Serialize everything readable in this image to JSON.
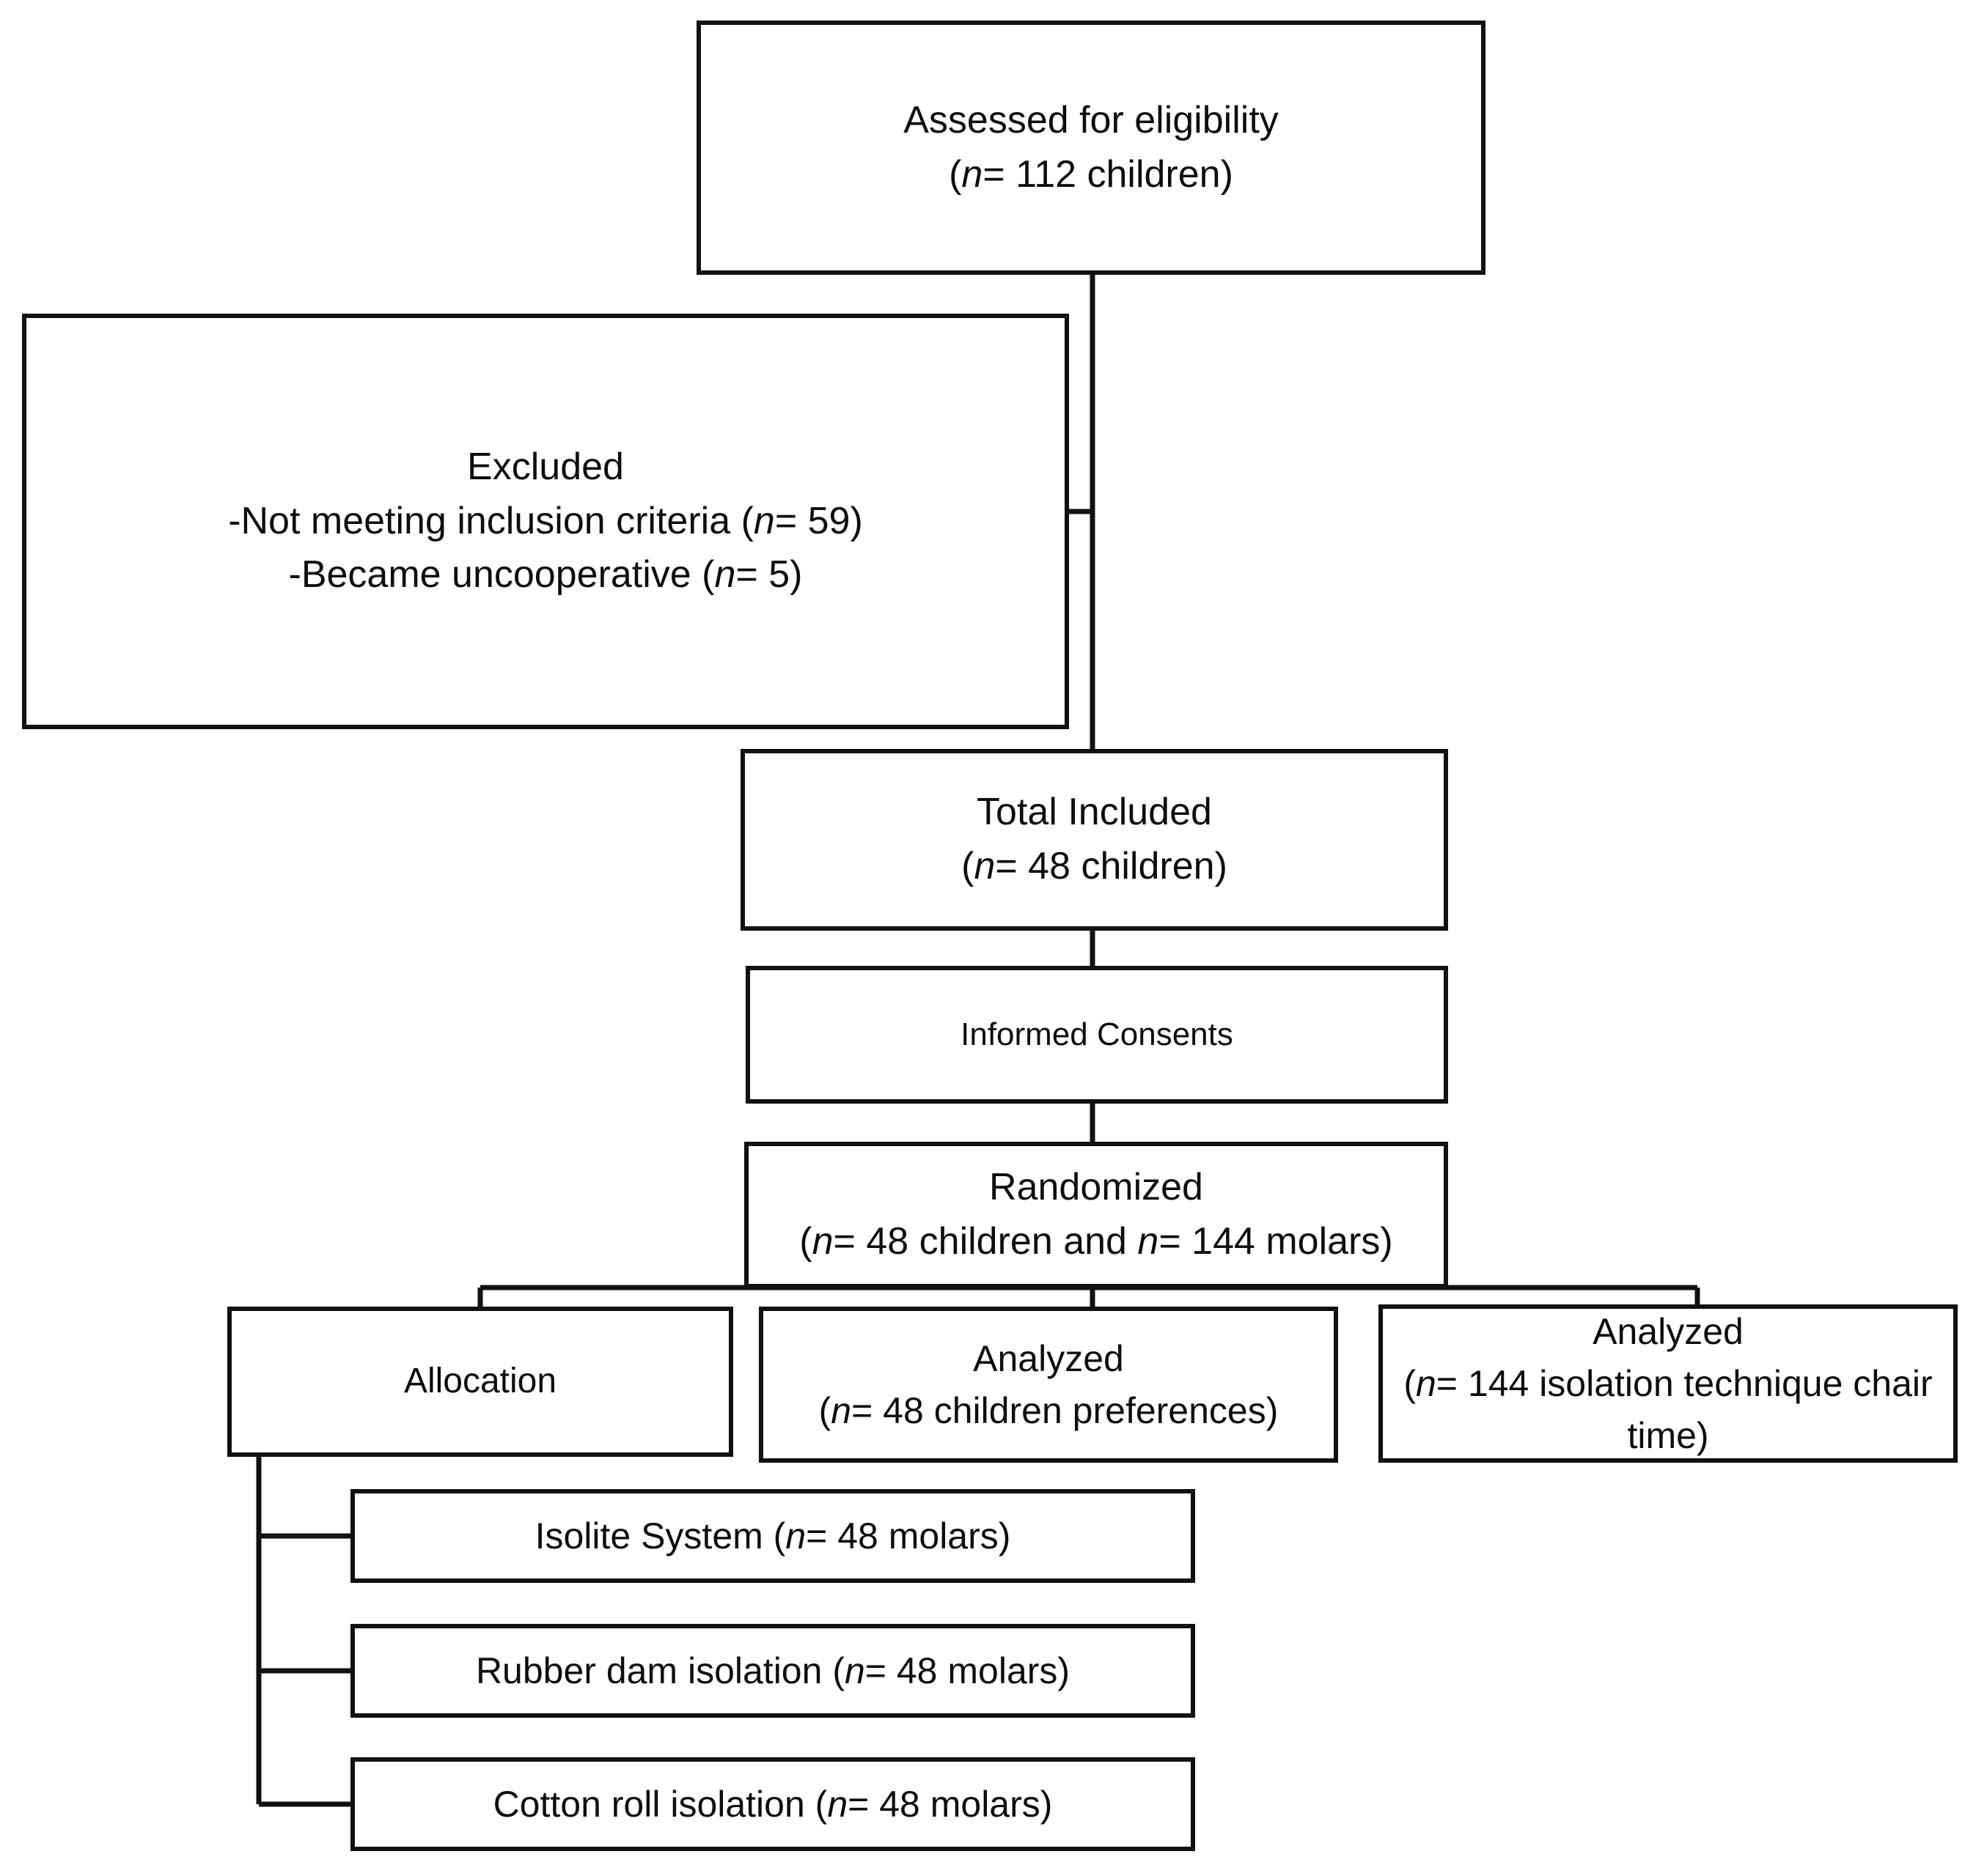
{
  "figure": {
    "kind": "consort-flow-diagram",
    "colors": {
      "background": "#ffffff",
      "border": "#111111",
      "text": "#0d0d0d",
      "connector": "#111111"
    }
  },
  "nodes": {
    "assessed": {
      "title": "Assessed for eligibility",
      "lines": [
        {
          "prefix": "(",
          "italic": "n",
          "suffix": "= 112 children)"
        }
      ]
    },
    "excluded": {
      "title": "Excluded",
      "lines": [
        {
          "prefix": "-Not meeting inclusion criteria (",
          "italic": "n",
          "suffix": "= 59)"
        },
        {
          "prefix": "-Became uncooperative (",
          "italic": "n",
          "suffix": "= 5)"
        }
      ]
    },
    "total_included": {
      "title": "Total Included",
      "lines": [
        {
          "prefix": "(",
          "italic": "n",
          "suffix": "= 48 children)"
        }
      ]
    },
    "informed_consents": {
      "title": "Informed Consents",
      "lines": []
    },
    "randomized": {
      "title": "Randomized",
      "lines": [
        {
          "prefix": "(",
          "italic": "n",
          "mid": "= 48 children and ",
          "italic2": "n",
          "suffix": "= 144 molars)"
        }
      ]
    },
    "allocation": {
      "title": "Allocation",
      "lines": []
    },
    "analyzed_preferences": {
      "title": "Analyzed",
      "lines": [
        {
          "prefix": "(",
          "italic": "n",
          "suffix": "= 48 children preferences)"
        }
      ]
    },
    "analyzed_chairtime": {
      "title": "Analyzed",
      "lines": [
        {
          "prefix": "(",
          "italic": "n",
          "suffix": "= 144 isolation technique chair time)"
        }
      ]
    },
    "isolite": {
      "title": "",
      "lines": [
        {
          "prefix": "Isolite System (",
          "italic": "n",
          "suffix": "= 48 molars)"
        }
      ]
    },
    "rubber_dam": {
      "title": "",
      "lines": [
        {
          "prefix": "Rubber dam isolation (",
          "italic": "n",
          "suffix": "= 48 molars)"
        }
      ]
    },
    "cotton_roll": {
      "title": "",
      "lines": [
        {
          "prefix": "Cotton roll isolation (",
          "italic": "n",
          "suffix": "= 48 molars)"
        }
      ]
    }
  },
  "text": {
    "assessed_title": "Assessed for eligibility",
    "assessed_n": "= 112 children)",
    "excluded_title": "Excluded",
    "excluded_line1_pre": "-Not meeting inclusion criteria (",
    "excluded_line1_post": "= 59)",
    "excluded_line2_pre": "-Became uncooperative (",
    "excluded_line2_post": "= 5)",
    "total_title": "Total Included",
    "total_n": "= 48 children)",
    "consents_title": "Informed Consents",
    "randomized_title": "Randomized",
    "randomized_mid": "= 48 children and ",
    "randomized_post": "= 144 molars)",
    "allocation_title": "Allocation",
    "analyzed_pref_title": "Analyzed",
    "analyzed_pref_n": "= 48 children preferences)",
    "analyzed_time_title": "Analyzed",
    "analyzed_time_n": "= 144 isolation technique chair time)",
    "isolite_pre": "Isolite System (",
    "isolite_post": "= 48 molars)",
    "rubberdam_pre": "Rubber dam isolation (",
    "rubberdam_post": "= 48 molars)",
    "cotton_pre": "Cotton roll isolation (",
    "cotton_post": "= 48 molars)",
    "open_paren": "(",
    "italic_n": "n"
  }
}
